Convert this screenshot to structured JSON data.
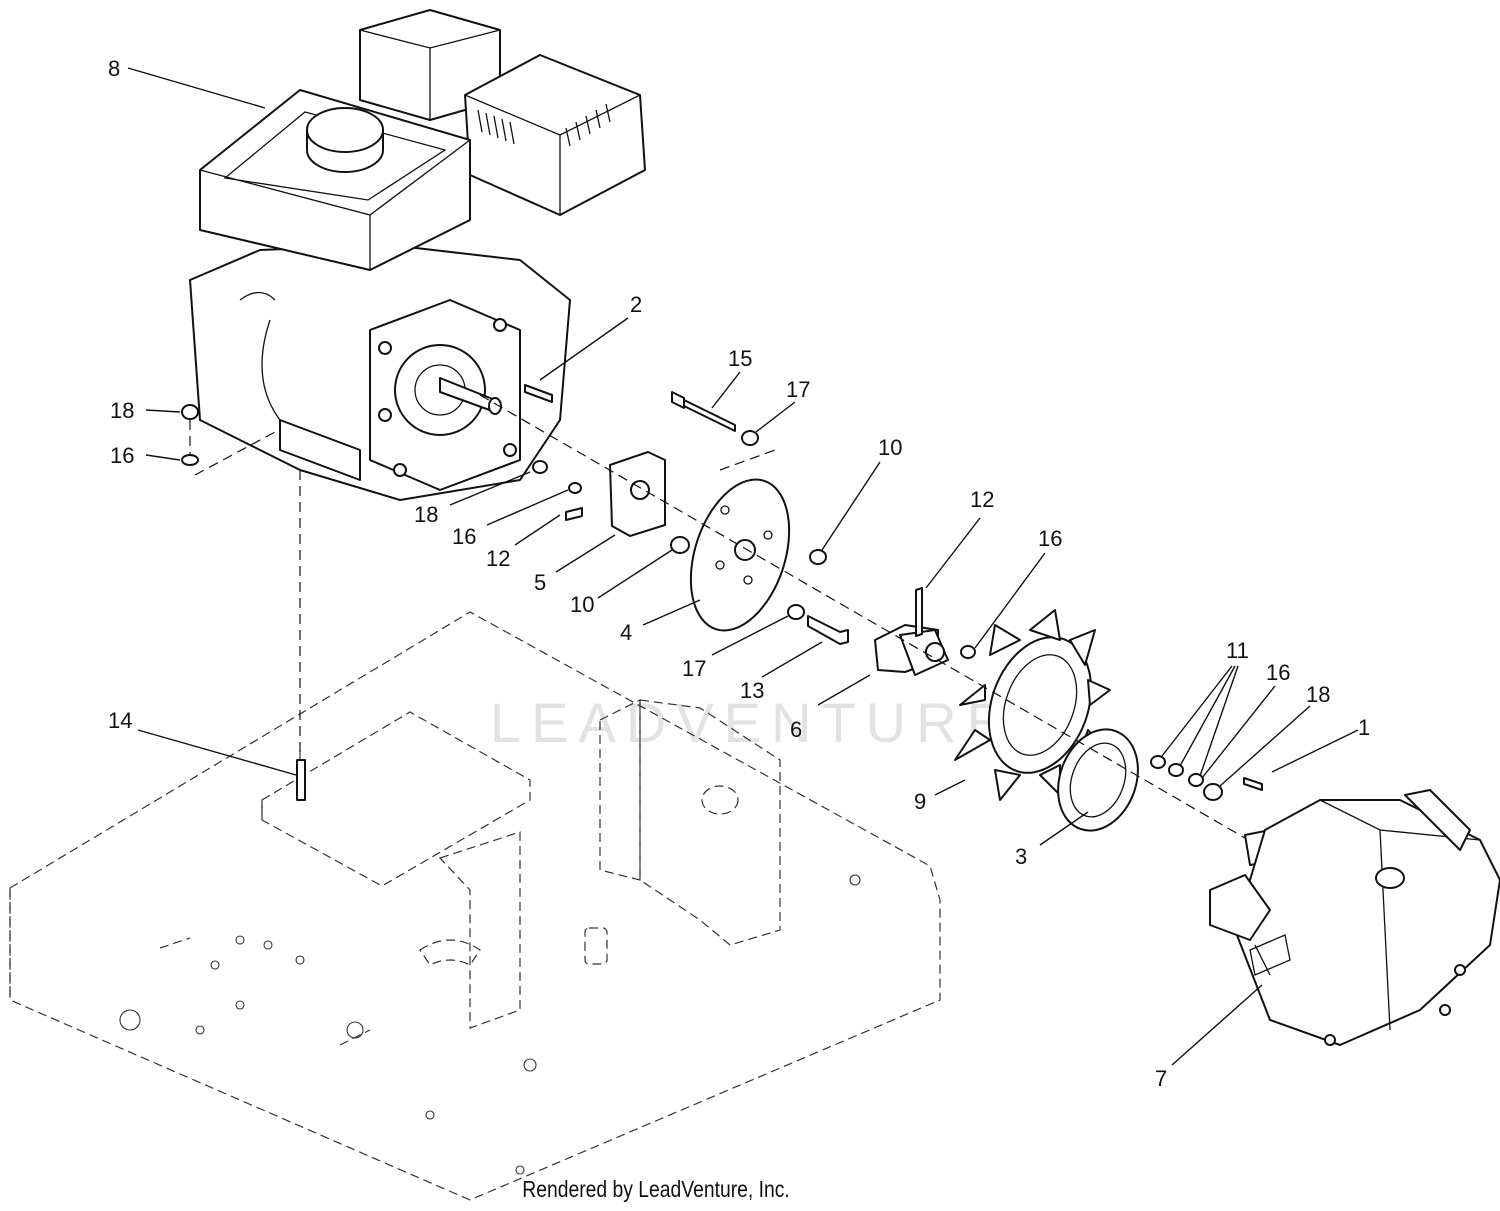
{
  "diagram": {
    "watermark": "LEADVENTURE",
    "footer": "Rendered by LeadVenture, Inc.",
    "callouts": [
      {
        "id": "c8",
        "text": "8"
      },
      {
        "id": "c2",
        "text": "2"
      },
      {
        "id": "c15",
        "text": "15"
      },
      {
        "id": "c17a",
        "text": "17"
      },
      {
        "id": "c18a",
        "text": "18"
      },
      {
        "id": "c16a",
        "text": "16"
      },
      {
        "id": "c10a",
        "text": "10"
      },
      {
        "id": "c12a",
        "text": "12"
      },
      {
        "id": "c16b",
        "text": "16"
      },
      {
        "id": "c18b",
        "text": "18"
      },
      {
        "id": "c16c",
        "text": "16"
      },
      {
        "id": "c12b",
        "text": "12"
      },
      {
        "id": "c5",
        "text": "5"
      },
      {
        "id": "c10b",
        "text": "10"
      },
      {
        "id": "c4",
        "text": "4"
      },
      {
        "id": "c17b",
        "text": "17"
      },
      {
        "id": "c13",
        "text": "13"
      },
      {
        "id": "c6",
        "text": "6"
      },
      {
        "id": "c11",
        "text": "11"
      },
      {
        "id": "c16d",
        "text": "16"
      },
      {
        "id": "c18c",
        "text": "18"
      },
      {
        "id": "c1",
        "text": "1"
      },
      {
        "id": "c14",
        "text": "14"
      },
      {
        "id": "c9",
        "text": "9"
      },
      {
        "id": "c3",
        "text": "3"
      },
      {
        "id": "c7",
        "text": "7"
      }
    ]
  }
}
